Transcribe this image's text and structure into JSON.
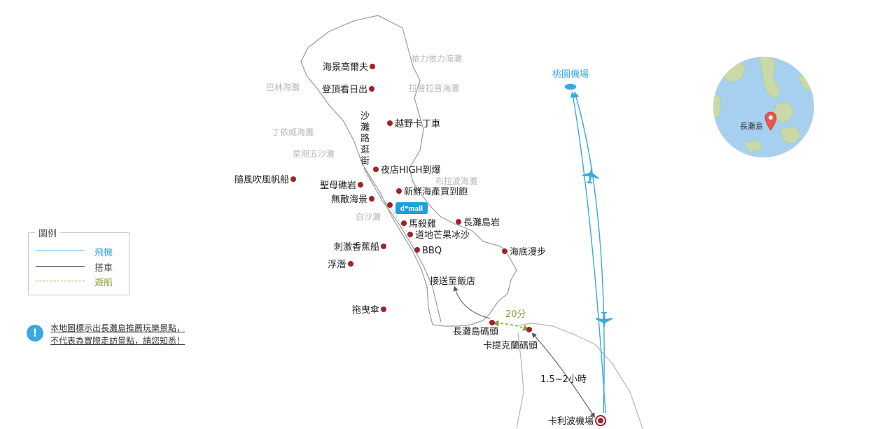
{
  "map": {
    "places": [
      {
        "id": "golf",
        "label": "海景高爾夫"
      },
      {
        "id": "sunrise",
        "label": "登頂看日出"
      },
      {
        "id": "buggy",
        "label": "越野卡丁車"
      },
      {
        "id": "night",
        "label": "夜店HIGH到爆"
      },
      {
        "id": "sail",
        "label": "隨風吹風帆船"
      },
      {
        "id": "rock",
        "label": "聖母礁岩"
      },
      {
        "id": "seafood",
        "label": "新鮮海產買到飽"
      },
      {
        "id": "view",
        "label": "無敵海景"
      },
      {
        "id": "chicken",
        "label": "馬殺雞"
      },
      {
        "id": "mango",
        "label": "道地芒果冰沙"
      },
      {
        "id": "islandrock",
        "label": "長灘島岩"
      },
      {
        "id": "banana",
        "label": "刺激香蕉船"
      },
      {
        "id": "bbq",
        "label": "BBQ"
      },
      {
        "id": "seawalk",
        "label": "海底漫步"
      },
      {
        "id": "snorkel",
        "label": "浮潛"
      },
      {
        "id": "parasail",
        "label": "拖曳傘"
      },
      {
        "id": "pier",
        "label": "長灘島碼頭"
      },
      {
        "id": "caticlan",
        "label": "卡提克蘭碼頭"
      },
      {
        "id": "kalibo",
        "label": "卡利波機場"
      }
    ],
    "beaches": [
      "依力依力海灘",
      "巴林海灘",
      "拉普拉普海灘",
      "丁依威海灘",
      "星期五沙灘",
      "布拉波海灘",
      "白沙灘"
    ],
    "shopping_street": "沙灘路逛街",
    "mall_label": "d*mall",
    "taoyuan_label": "桃園機場",
    "hotel_transfer": "接送至飯店",
    "boat_time": "20分",
    "drive_time": "1.5~2小時",
    "inset_label": "長灘島",
    "colors": {
      "flight": "#3aa9dd",
      "car": "#555555",
      "boat": "#8aa032",
      "pin": "#a0222a"
    }
  },
  "legend": {
    "title": "圖例",
    "items": [
      {
        "label": "飛機",
        "style": "solid",
        "color": "#3aa9dd"
      },
      {
        "label": "搭車",
        "style": "solid",
        "color": "#555555"
      },
      {
        "label": "遊船",
        "style": "dashed",
        "color": "#8aa032"
      }
    ]
  },
  "note": {
    "icon": "exclamation-icon",
    "lines": [
      "本地圖標示出長灘島推薦玩樂景點，",
      "不代表為實際走訪景點，請您知悉！"
    ]
  }
}
